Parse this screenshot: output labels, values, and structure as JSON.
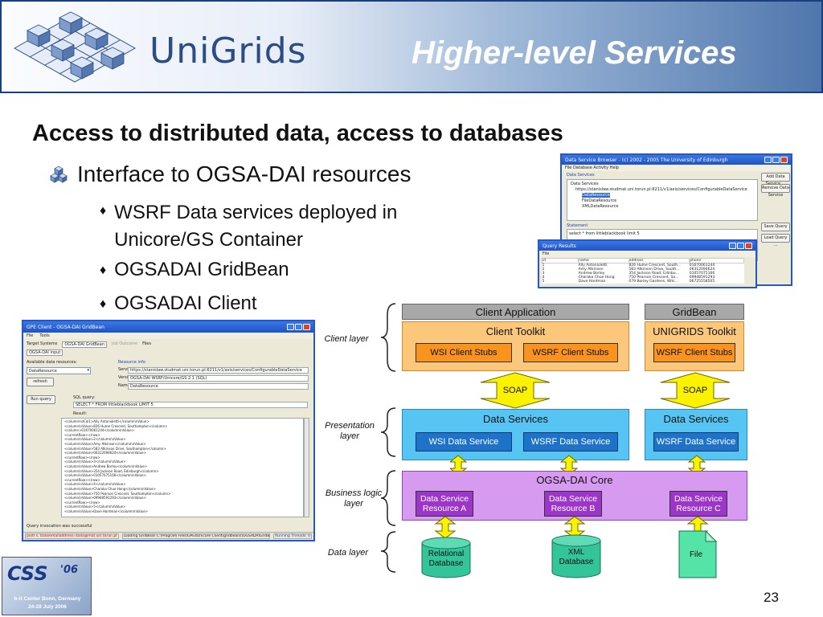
{
  "header": {
    "logo_text": "UniGrids",
    "slide_title": "Higher-level Services"
  },
  "content": {
    "heading": "Access to distributed data, access to databases",
    "bullet1": "Interface to OGSA-DAI resources",
    "sub_bullets": [
      "WSRF Data services deployed in",
      "Unicore/GS Container",
      "OGSADAI GridBean",
      "OGSADAI Client"
    ]
  },
  "browser_window": {
    "title": "Data Service Browser - (c) 2002 - 2005 The University of Edinburgh",
    "menu": "File   Database Activity   Help",
    "section_label": "Data Services",
    "tree_root": "Data Services",
    "tree_url": "https://stanislaw.studmat.uni.torun.pl:6211/v1/axis/services/ConfigurableDataService",
    "tree_items": [
      "DataResource",
      "FileDataResource",
      "XMLDataResource"
    ],
    "buttons": [
      "Add Data Service ...",
      "Remove Data Service",
      "Save Query ...",
      "Load Query ..."
    ],
    "statement_label": "Statement",
    "statement": "select * from littleblackbook limit 5"
  },
  "results_window": {
    "title": "Query Results",
    "menu": "File",
    "columns": [
      "id",
      "name",
      "address",
      "phone"
    ],
    "rows": [
      [
        "1",
        "Ally Antonioletti",
        "826 Hume Crescent, South...",
        "01670061244"
      ],
      [
        "2",
        "Amy Atkinson",
        "583 Atkinson Drive, South...",
        "06312094624"
      ],
      [
        "3",
        "Andrew Borley",
        "354 Jackson Road, Edinbu...",
        "01057075166"
      ],
      [
        "4",
        "Charaka Chue Hong",
        "750 Pearson Crescent, So...",
        "09948591293"
      ],
      [
        "5",
        "Dave Hardman",
        "079 Borley Gardens, Witc...",
        "06725558505"
      ]
    ]
  },
  "gpe_window": {
    "title": "GPE Client - OGSA-DAI GridBean",
    "menu": [
      "File",
      "Tools"
    ],
    "tabs": [
      "Target Systems",
      "OGSA-DAI GridBean",
      "Job Outcome",
      "Files"
    ],
    "inner_tab": "OGSA-DAI input",
    "available_label": "Available data resources:",
    "resource_select": "DataResource",
    "refresh_btn": "refresh",
    "resource_info_label": "Resource info",
    "service_address_label": "Service address:",
    "service_address": "https://stanislaw.studmat.uni.torun.pl:6211/v1/axis/services/ConfigurableDataService",
    "version_label": "Version:",
    "version": "OGSA-DAI WSRF/Unicore/GS 2.1  (SQL)",
    "name_label": "Name:",
    "name": "DataResource",
    "run_btn": "Run query",
    "sql_label": "SQL query:",
    "sql": "SELECT * FROM littleblackbook LIMIT 5",
    "result_label": "Result:",
    "result_lines": [
      "&lt;column\\nzCol1>Ally Antonioletti&lt;/column\\nValue&gt;",
      "&lt;column\\nValue&gt;826 Hume Crescent, Southampton&lt;/column&gt;",
      "&lt;column&gt;01670061244&lt;/column\\nValue&gt;",
      "&lt;currentRow&gt;&lt;/row&gt;",
      "&lt;column\\nValue&gt;2&lt;/column\\nValue&gt;",
      "&lt;column\\nValue&gt;Amy Atkinson&lt;/column\\nValue&gt;",
      "&lt;column\\nValue&gt;583 Atkinson Drive, Southampton&lt;/column&gt;",
      "&lt;column\\nValue&gt;06312094624&lt;/column\\nValue&gt;",
      "&lt;currentRow&gt;&lt;/row&gt;",
      "&lt;column\\nValue&gt;3&lt;/column\\nValue&gt;",
      "&lt;column\\nValue&gt;Andrew Borley&lt;/column\\nValue&gt;",
      "&lt;column\\nValue&gt;354 Jackson Road, Edinburgh&lt;/column&gt;",
      "&lt;column\\nValue&gt;01057075166&lt;/column\\nValue&gt;",
      "&lt;currentRow&gt;&lt;/row&gt;",
      "&lt;column\\nValue&gt;4&lt;/column\\nValue&gt;",
      "&lt;column\\nValue&gt;Charaka Chue Hong&lt;/column\\nValue&gt;",
      "&lt;column\\nValue&gt;750 Pearson Crescent, Southampton&lt;/column&gt;",
      "&lt;column\\nValue&gt;09948591293&lt;/column\\nValue&gt;",
      "&lt;currentRow&gt;&lt;/row&gt;",
      "&lt;column\\nValue&gt;5&lt;/column\\nValue&gt;",
      "&lt;column\\nValue&gt;Dave Hardman&lt;/column\\nValue&gt;"
    ],
    "status_msg": "Query invocation was successful",
    "status_user": "piotr s. bala/emailaddress=bala@mat.uni.torun.pl",
    "status_loading": "Loading GridBean C:\\Program Files\\GPE4Unicore Client\\gridbeans\\OGSADAIGridBean.jar fo",
    "status_threads": "Running Threads: 0"
  },
  "diagram": {
    "layers": {
      "client": "Client layer",
      "presentation": "Presentation layer",
      "business": "Business logic layer",
      "data": "Data layer"
    },
    "client_application": "Client Application",
    "gridbean": "GridBean",
    "client_toolkit": "Client Toolkit",
    "unigrids_toolkit": "UNIGRIDS Toolkit",
    "wsi_client_stubs": "WSI Client Stubs",
    "wsrf_client_stubs": "WSRF Client Stubs",
    "soap": "SOAP",
    "data_services": "Data Services",
    "wsi_data_service": "WSI Data Service",
    "wsrf_data_service": "WSRF Data Service",
    "ogsadai_core": "OGSA-DAI Core",
    "dsr_a": "Data Service Resource A",
    "dsr_b": "Data Service Resource B",
    "dsr_c": "Data Service Resource C",
    "relational_db": "Relational Database",
    "xml_db": "XML Database",
    "file": "File"
  },
  "footer": {
    "logo_text": "CSS",
    "logo_year": "'06",
    "logo_location": "b-it Center Bonn, Germany",
    "logo_date": "24-28 July 2006",
    "page_number": "23"
  },
  "colors": {
    "title_blue": "#2a4d86",
    "toolkit_orange": "#fbc77a",
    "stub_orange": "#f7931e",
    "service_blue": "#57c5f4",
    "inner_blue": "#1e73c8",
    "core_purple": "#d69bf0",
    "resource_purple": "#9b36c9",
    "db_green": "#34c49a",
    "soap_yellow": "#fbf200"
  }
}
